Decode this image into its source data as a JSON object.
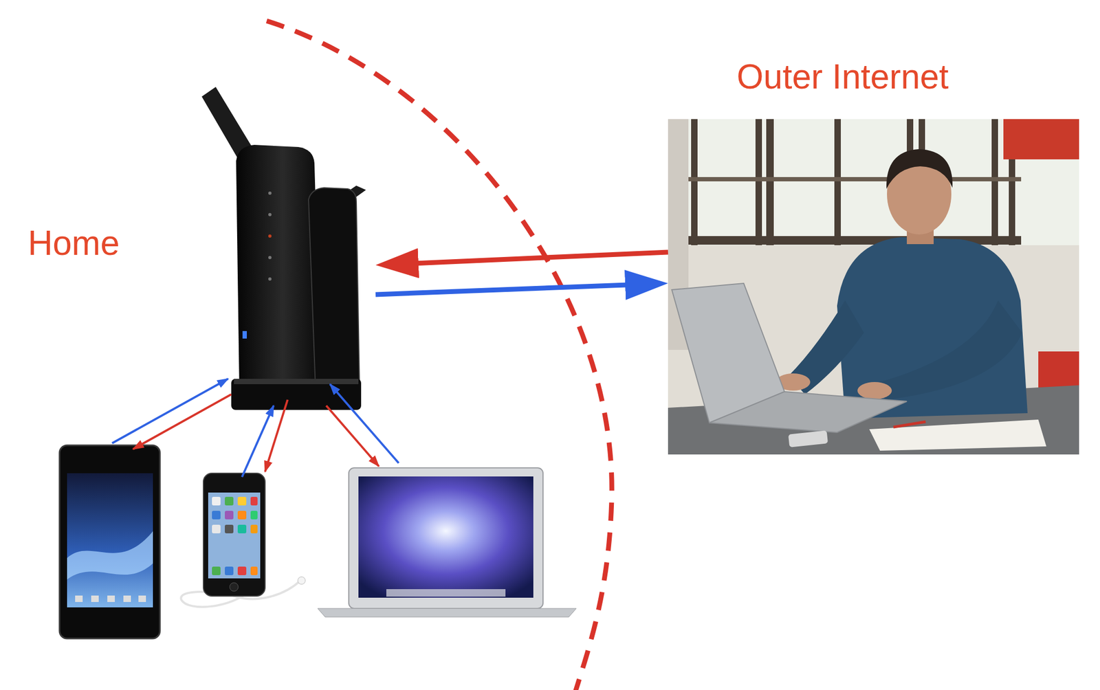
{
  "diagram": {
    "nodes": [
      {
        "text": [
          "Home"
        ]
      },
      {
        "text": [
          "Outer Internet"
        ]
      }
    ],
    "edges": [
      {
        "from": 1,
        "to": 0,
        "arrow": "to"
      },
      {
        "from": 0,
        "to": 1,
        "arrow": "to"
      }
    ]
  }
}
